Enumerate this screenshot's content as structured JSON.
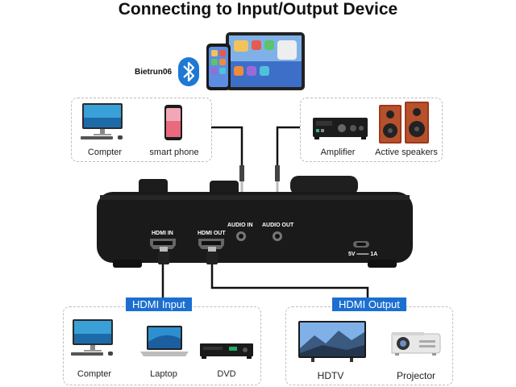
{
  "title": "Connecting to Input/Output Device",
  "bluetooth": {
    "name": "Bietrun06",
    "icon": "bluetooth-icon"
  },
  "top_left_devices": [
    {
      "label": "Compter",
      "icon": "desktop-computer-icon"
    },
    {
      "label": "smart phone",
      "icon": "smartphone-icon"
    }
  ],
  "top_right_devices": [
    {
      "label": "Amplifier",
      "icon": "amplifier-icon"
    },
    {
      "label": "Active speakers",
      "icon": "speakers-icon"
    }
  ],
  "device_ports": {
    "hdmi_in": "HDMI IN",
    "hdmi_out": "HDMI OUT",
    "audio_in": "AUDIO IN",
    "audio_out": "AUDIO OUT",
    "power": "5V ═══ 1A"
  },
  "hdmi_input": {
    "label": "HDMI Input",
    "devices": [
      {
        "label": "Compter",
        "icon": "desktop-computer-icon"
      },
      {
        "label": "Laptop",
        "icon": "laptop-icon"
      },
      {
        "label": "DVD",
        "icon": "dvd-player-icon"
      }
    ]
  },
  "hdmi_output": {
    "label": "HDMI Output",
    "devices": [
      {
        "label": "HDTV",
        "icon": "tv-icon"
      },
      {
        "label": "Projector",
        "icon": "projector-icon"
      }
    ]
  },
  "colors": {
    "accent": "#1b6fd0",
    "device_body": "#1a1a1a",
    "bluetooth": "#1e78d4"
  }
}
